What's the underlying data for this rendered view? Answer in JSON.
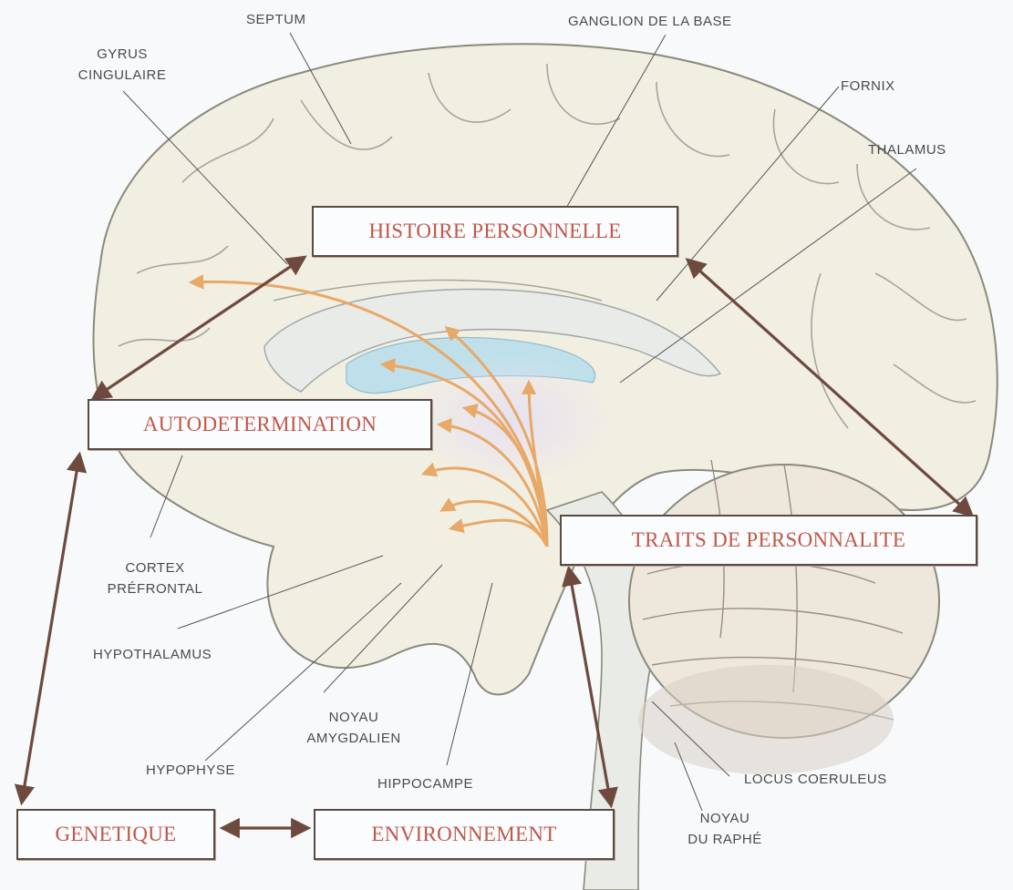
{
  "anatomy_labels": {
    "septum": "SEPTUM",
    "ganglion": "GANGLION DE LA BASE",
    "gyrus_line1": "GYRUS",
    "gyrus_line2": "CINGULAIRE",
    "fornix": "FORNIX",
    "thalamus": "THALAMUS",
    "cortex_line1": "CORTEX",
    "cortex_line2": "PRÉFRONTAL",
    "hypothalamus": "HYPOTHALAMUS",
    "noyau_amygdalien_line1": "NOYAU",
    "noyau_amygdalien_line2": "AMYGDALIEN",
    "hypophyse": "HYPOPHYSE",
    "hippocampe": "HIPPOCAMPE",
    "locus": "LOCUS COERULEUS",
    "raphe_line1": "NOYAU",
    "raphe_line2": "DU RAPHÉ"
  },
  "concept_boxes": {
    "histoire": "HISTOIRE PERSONNELLE",
    "autodetermination": "AUTODETERMINATION",
    "traits": "TRAITS DE PERSONNALITE",
    "genetique": "GENETIQUE",
    "environnement": "ENVIRONNEMENT"
  },
  "colors": {
    "box_text": "#c0584a",
    "box_border": "#5a4a44",
    "arrow_brown": "#6e4a3e",
    "arrow_orange": "#e8a867",
    "brain_fill": "#f1eee2",
    "ventricle_blue": "#bfe0ea",
    "leader_line": "#555555"
  },
  "icons": {
    "background": "brain-sagittal-illustration"
  }
}
